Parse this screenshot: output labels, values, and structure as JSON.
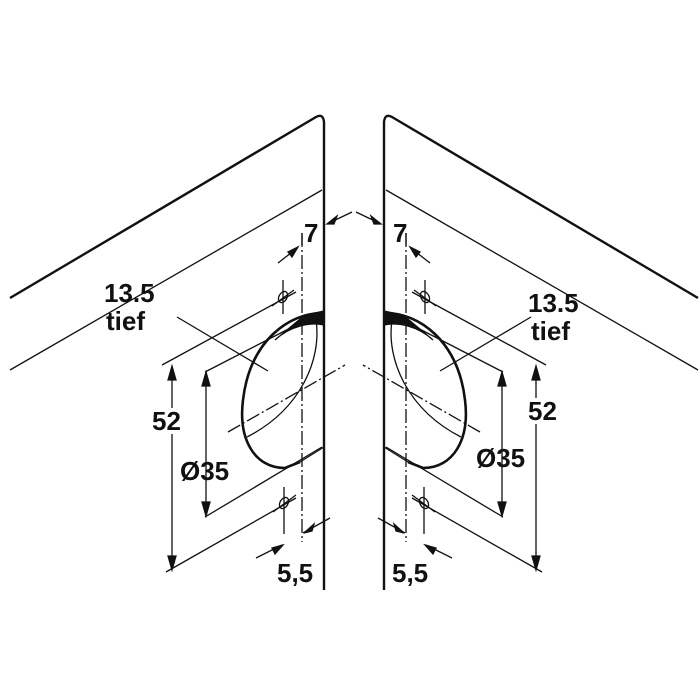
{
  "colors": {
    "ink": "#111111",
    "background": "#ffffff"
  },
  "labels": {
    "depth_left_value": "13.5",
    "depth_left_unit": "tief",
    "depth_right_value": "13.5",
    "depth_right_unit": "tief",
    "height_left": "52",
    "height_right": "52",
    "diameter_left": "Ø35",
    "diameter_right": "Ø35",
    "edge_left": "7",
    "edge_right": "7",
    "screw_offset_left": "5,5",
    "screw_offset_right": "5,5"
  }
}
